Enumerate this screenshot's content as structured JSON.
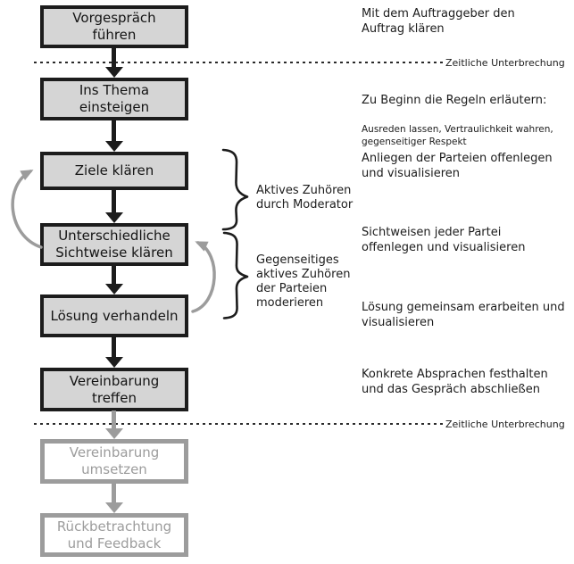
{
  "colors": {
    "box_fill": "#d5d5d5",
    "line_black": "#1c1c1c",
    "inactive_gray": "#9c9c9c",
    "background": "#ffffff"
  },
  "flow": {
    "boxes": [
      {
        "label": "Vorgespräch\nführen",
        "state": "active"
      },
      {
        "label": "Ins Thema\neinsteigen",
        "state": "active"
      },
      {
        "label": "Ziele klären",
        "state": "active"
      },
      {
        "label": "Unterschiedliche\nSichtweise klären",
        "state": "active"
      },
      {
        "label": "Lösung verhandeln",
        "state": "active"
      },
      {
        "label": "Vereinbarung\ntreffen",
        "state": "active"
      },
      {
        "label": "Vereinbarung\numsetzen",
        "state": "inactive"
      },
      {
        "label": "Rückbetrachtung\nund Feedback",
        "state": "inactive"
      }
    ],
    "separator_label": "Zeitliche Unterbrechung",
    "notes": [
      {
        "text": "Mit dem Auftraggeber den\nAuftrag klären"
      },
      {
        "text": "Zu Beginn die Regeln erläutern:",
        "sub": "Ausreden lassen, Vertraulichkeit wahren,\ngegenseitiger Respekt"
      },
      {
        "text": "Anliegen der Parteien offenlegen\nund visualisieren"
      },
      {
        "text": "Sichtweisen jeder Partei\noffenlegen und visualisieren"
      },
      {
        "text": "Lösung gemeinsam erarbeiten und\nvisualisieren"
      },
      {
        "text": "Konkrete Absprachen festhalten\nund das Gespräch abschließen"
      }
    ],
    "brace_notes": [
      {
        "text": "Aktives Zuhören\ndurch Moderator"
      },
      {
        "text": "Gegenseitiges\naktives Zuhören\nder Parteien\nmoderieren"
      }
    ]
  }
}
